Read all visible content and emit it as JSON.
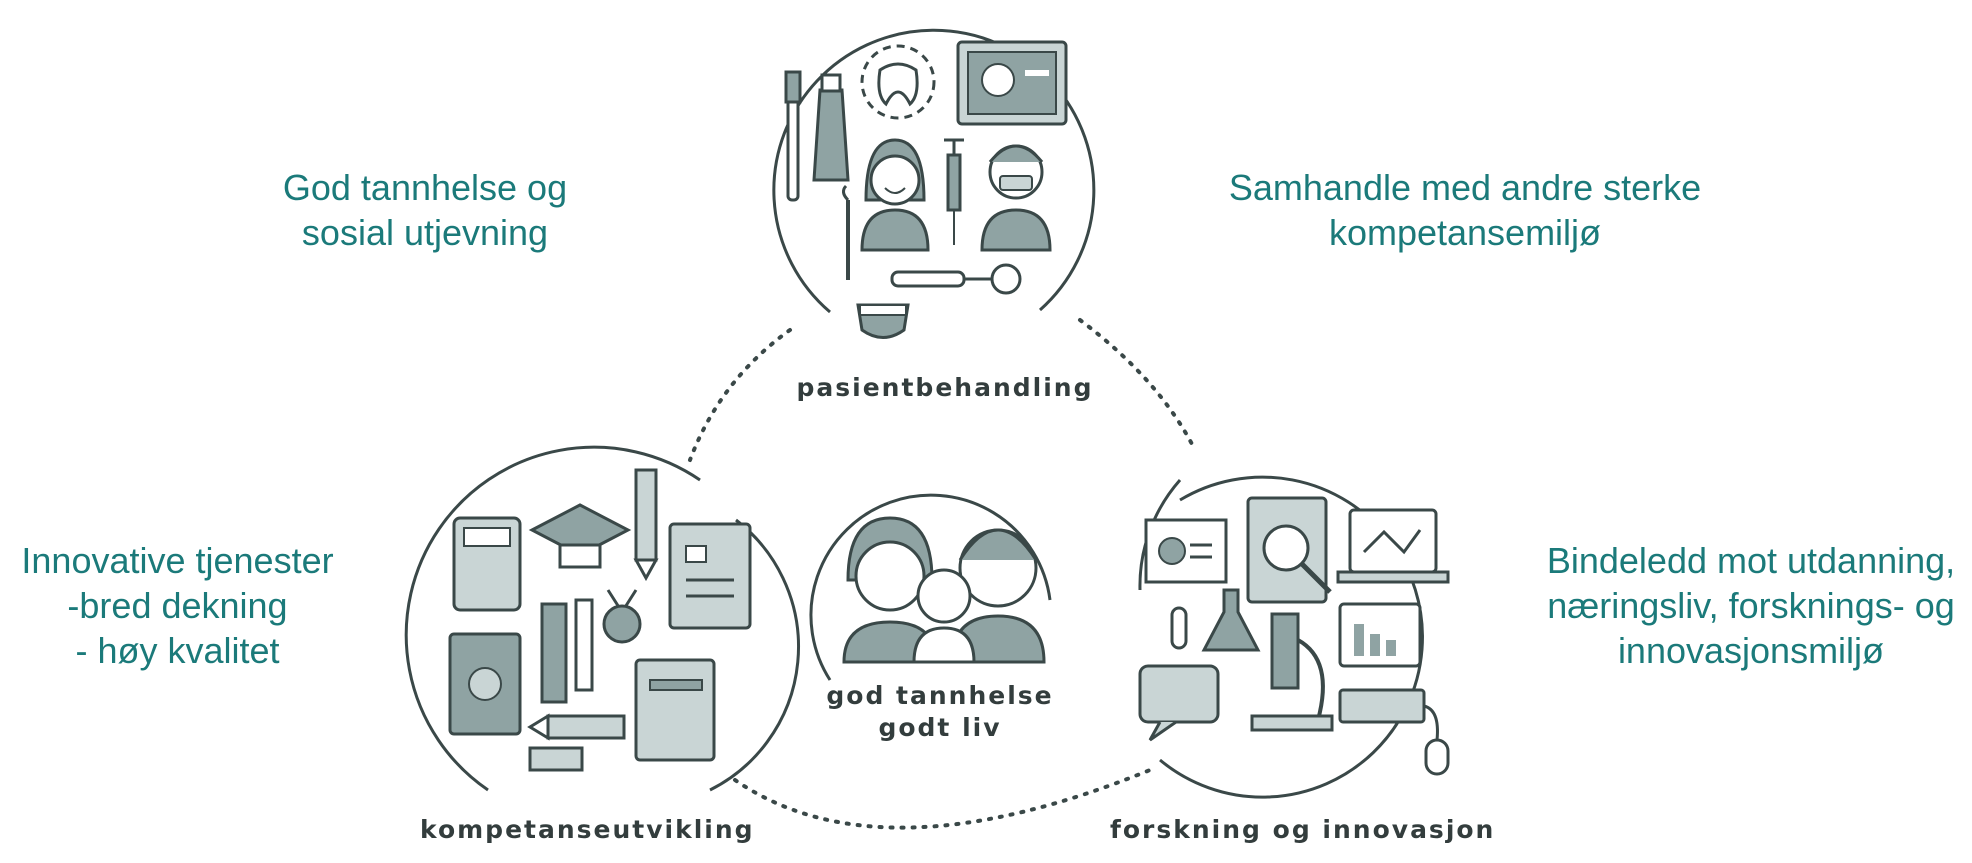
{
  "side_texts": {
    "top_left": [
      "God tannhelse og",
      "sosial utjevning"
    ],
    "top_right": [
      "Samhandle med andre sterke",
      "kompetansemiljø"
    ],
    "bottom_left": [
      "Innovative tjenester",
      "-bred dekning",
      "- høy kvalitet"
    ],
    "bottom_right": [
      "Bindeledd mot utdanning,",
      "næringsliv, forsknings- og",
      "innovasjonsmiljø"
    ]
  },
  "captions": {
    "top": "pasientbehandling",
    "left": "kompetanseutvikling",
    "right": "forskning og innovasjon",
    "center": [
      "god tannhelse",
      "godt liv"
    ]
  },
  "colors": {
    "accent_text": "#1b7a7a",
    "line": "#3a4848",
    "icon_fill": "#8fa3a3",
    "icon_light": "#c9d5d5"
  }
}
